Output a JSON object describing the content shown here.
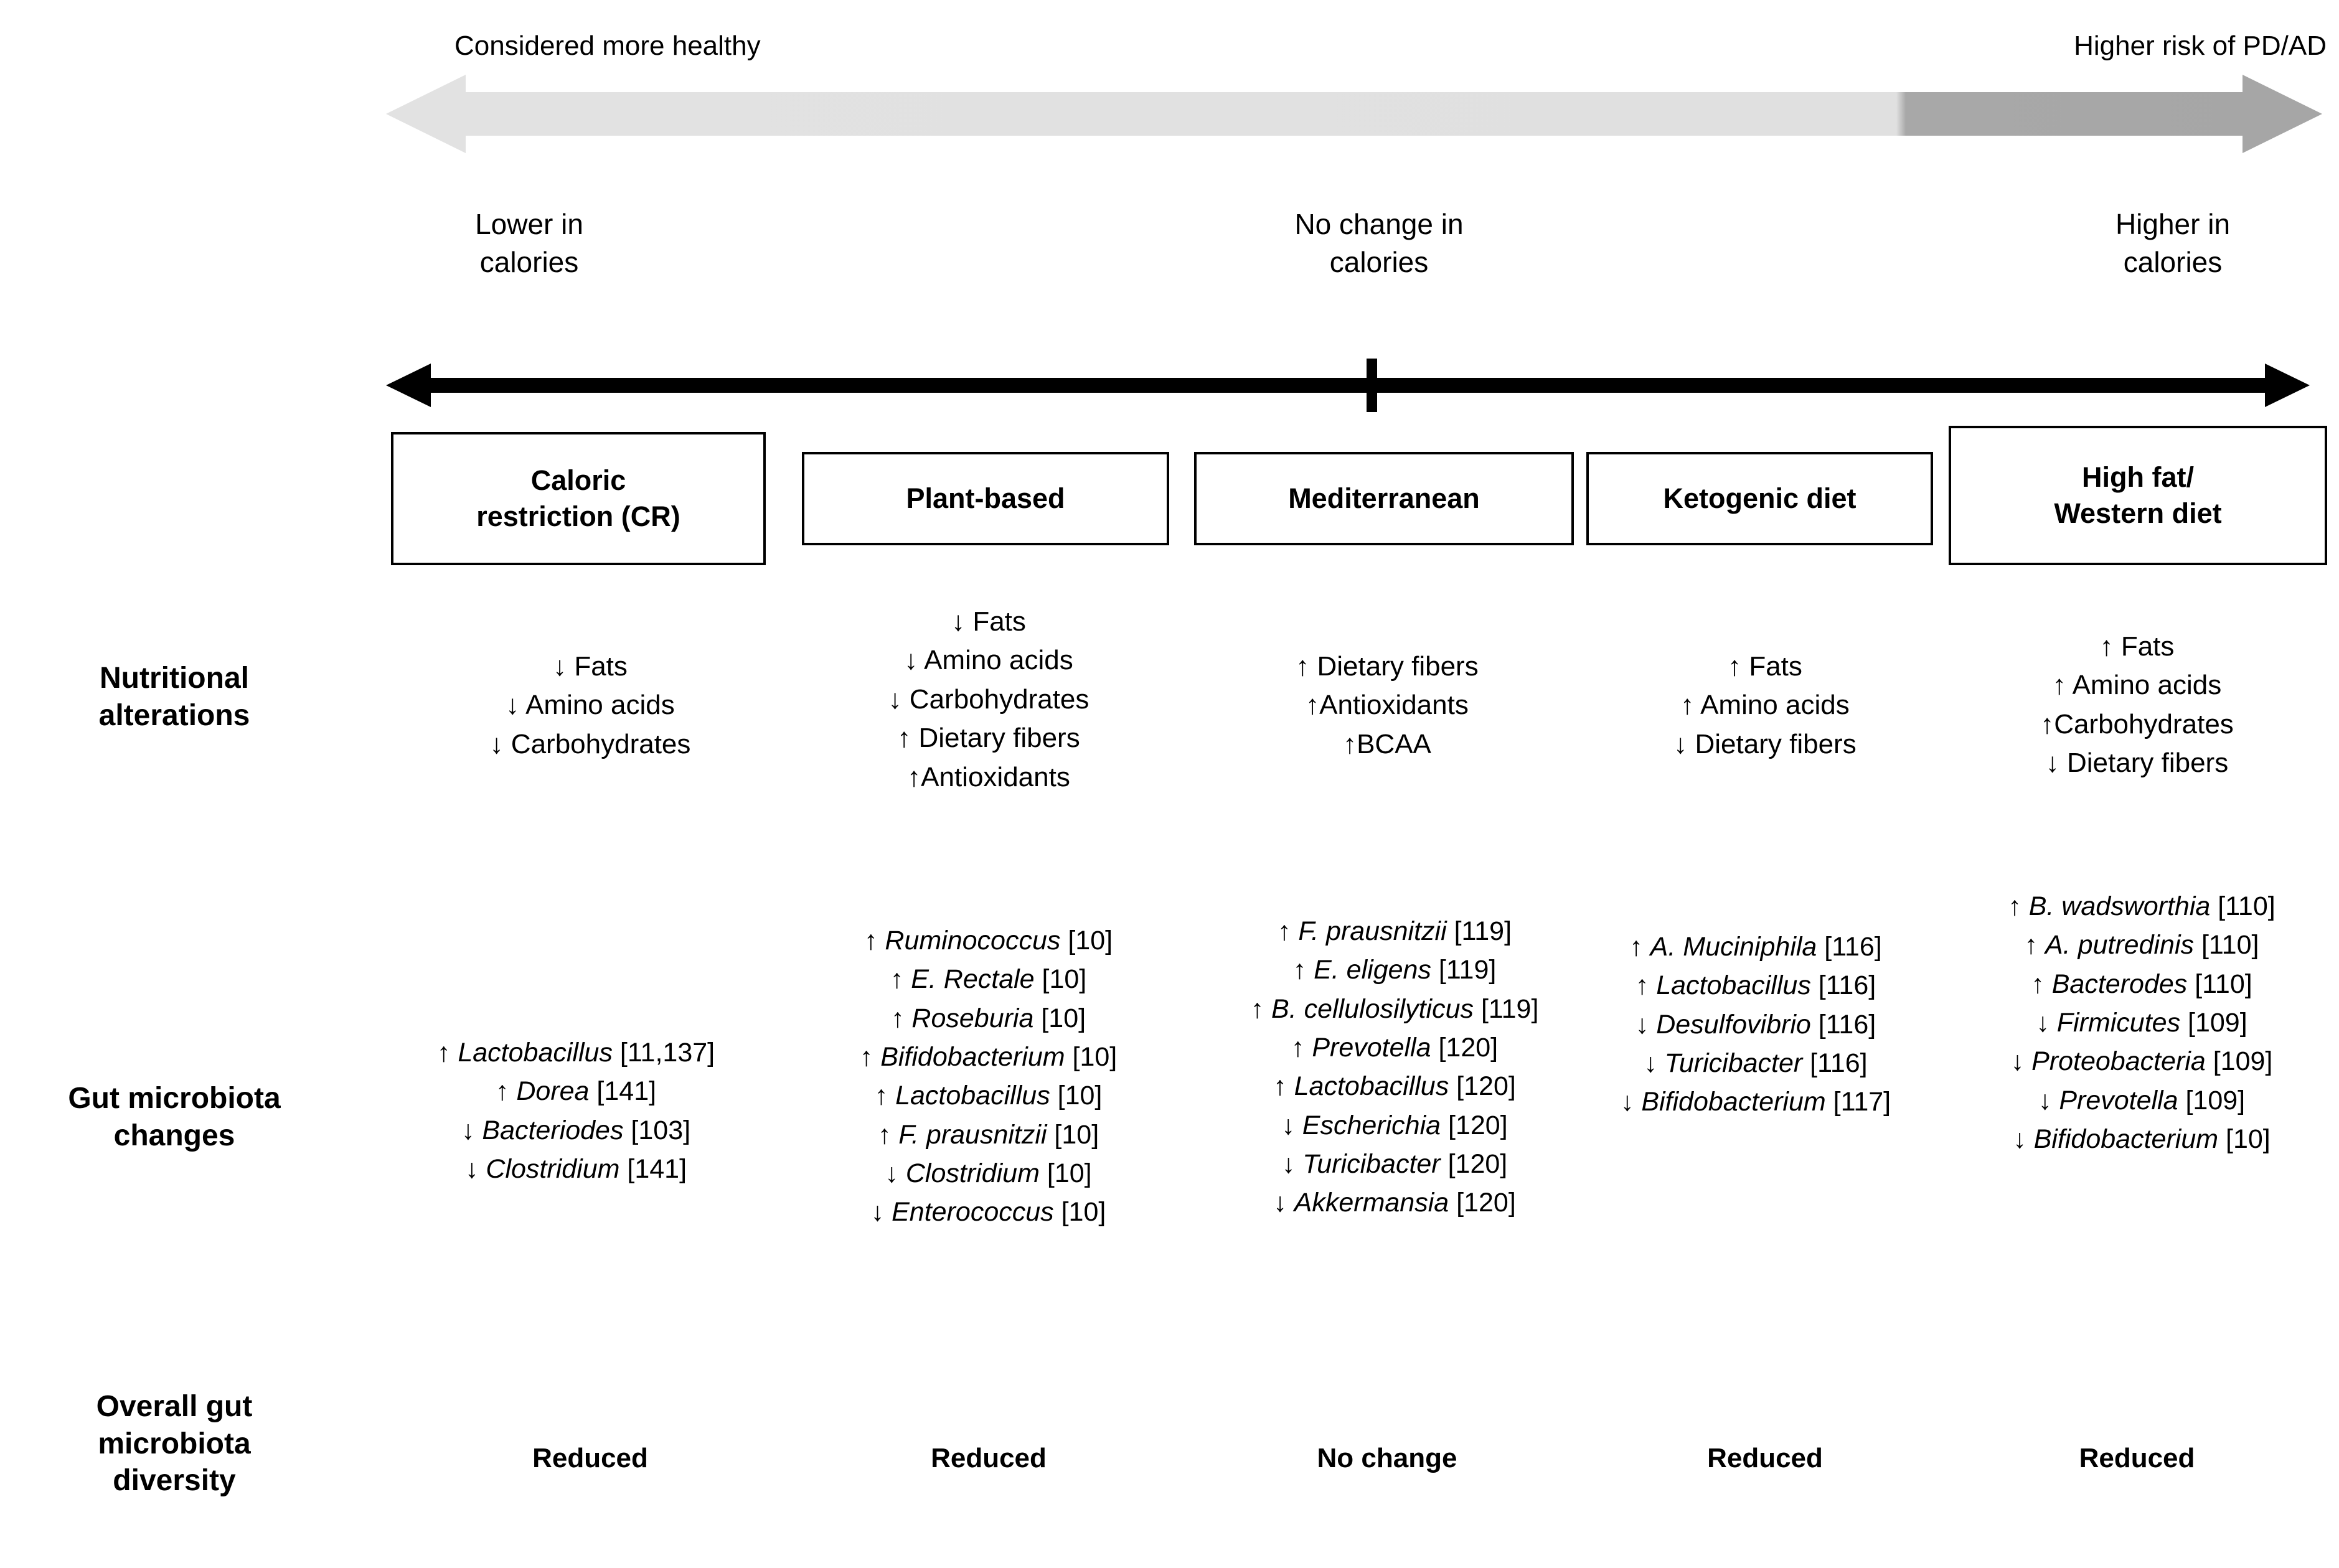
{
  "spectrum": {
    "left_label": "Considered more healthy",
    "right_label": "Higher risk of PD/AD",
    "light_color": "#e0e0e0",
    "dark_color": "#a6a6a6"
  },
  "calorie_axis": {
    "labels": [
      "Lower in\ncalories",
      "No change in\ncalories",
      "Higher in\ncalories"
    ],
    "axis_color": "#000000"
  },
  "diets": [
    {
      "name": "Caloric\nrestriction (CR)"
    },
    {
      "name": "Plant-based"
    },
    {
      "name": "Mediterranean"
    },
    {
      "name": "Ketogenic diet"
    },
    {
      "name": "High fat/\nWestern diet"
    }
  ],
  "rows": {
    "nutrition_header": "Nutritional\nalterations",
    "microbiota_header": "Gut microbiota\nchanges",
    "diversity_header": "Overall gut\nmicrobiota\ndiversity"
  },
  "nutrition": [
    [
      "↓ Fats",
      "↓ Amino acids",
      "↓ Carbohydrates"
    ],
    [
      "↓ Fats",
      "↓ Amino acids",
      "↓ Carbohydrates",
      "↑ Dietary fibers",
      "↑Antioxidants"
    ],
    [
      "↑ Dietary fibers",
      "↑Antioxidants",
      "↑BCAA"
    ],
    [
      "↑ Fats",
      "↑ Amino acids",
      "↓ Dietary fibers"
    ],
    [
      "↑ Fats",
      "↑ Amino acids",
      "↑Carbohydrates",
      "↓ Dietary fibers"
    ]
  ],
  "microbiota": [
    [
      {
        "dir": "↑",
        "taxon": "Lactobacillus",
        "cite": "[11,137]"
      },
      {
        "dir": "↑",
        "taxon": "Dorea",
        "cite": "[141]"
      },
      {
        "dir": "↓",
        "taxon": "Bacteriodes",
        "cite": "[103]"
      },
      {
        "dir": "↓",
        "taxon": "Clostridium",
        "cite": "[141]"
      }
    ],
    [
      {
        "dir": "↑",
        "taxon": "Ruminococcus",
        "cite": "[10]"
      },
      {
        "dir": "↑",
        "taxon": "E. Rectale",
        "cite": "[10]"
      },
      {
        "dir": "↑",
        "taxon": "Roseburia",
        "cite": "[10]"
      },
      {
        "dir": "↑",
        "taxon": "Bifidobacterium",
        "cite": "[10]"
      },
      {
        "dir": "↑",
        "taxon": "Lactobacillus",
        "cite": "[10]"
      },
      {
        "dir": "↑",
        "taxon": "F. prausnitzii",
        "cite": "[10]"
      },
      {
        "dir": "↓",
        "taxon": "Clostridium",
        "cite": "[10]"
      },
      {
        "dir": "↓",
        "taxon": "Enterococcus",
        "cite": "[10]"
      }
    ],
    [
      {
        "dir": "↑",
        "taxon": "F. prausnitzii",
        "cite": "[119]"
      },
      {
        "dir": "↑",
        "taxon": "E. eligens",
        "cite": "[119]"
      },
      {
        "dir": "↑",
        "taxon": "B. cellulosilyticus",
        "cite": "[119]"
      },
      {
        "dir": "↑",
        "taxon": "Prevotella",
        "cite": "[120]"
      },
      {
        "dir": "↑",
        "taxon": "Lactobacillus",
        "cite": "[120]"
      },
      {
        "dir": "↓",
        "taxon": "Escherichia",
        "cite": "[120]"
      },
      {
        "dir": "↓",
        "taxon": "Turicibacter",
        "cite": "[120]"
      },
      {
        "dir": "↓",
        "taxon": "Akkermansia",
        "cite": "[120]"
      }
    ],
    [
      {
        "dir": "↑",
        "taxon": "A. Muciniphila",
        "cite": "[116]"
      },
      {
        "dir": "↑",
        "taxon": "Lactobacillus",
        "cite": "[116]"
      },
      {
        "dir": "↓",
        "taxon": "Desulfovibrio",
        "cite": "[116]"
      },
      {
        "dir": "↓",
        "taxon": "Turicibacter",
        "cite": "[116]"
      },
      {
        "dir": "↓",
        "taxon": "Bifidobacterium",
        "cite": "[117]"
      }
    ],
    [
      {
        "dir": "↑",
        "taxon": "B. wadsworthia",
        "cite": "[110]"
      },
      {
        "dir": "↑",
        "taxon": "A. putredinis",
        "cite": "[110]"
      },
      {
        "dir": "↑",
        "taxon": "Bacterodes",
        "cite": "[110]"
      },
      {
        "dir": "↓",
        "taxon": "Firmicutes",
        "cite": "[109]"
      },
      {
        "dir": "↓",
        "taxon": "Proteobacteria",
        "cite": "[109]"
      },
      {
        "dir": "↓",
        "taxon": "Prevotella",
        "cite": "[109]"
      },
      {
        "dir": "↓",
        "taxon": "Bifidobacterium",
        "cite": "[10]"
      }
    ]
  ],
  "diversity": [
    "Reduced",
    "Reduced",
    "No change",
    "Reduced",
    "Reduced"
  ]
}
